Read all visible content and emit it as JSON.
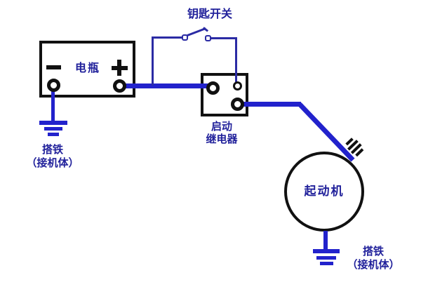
{
  "colors": {
    "background": "#ffffff",
    "wire": "#2222cc",
    "wire_thin": "#2b2ba4",
    "ink": "#111111",
    "label": "#21219b"
  },
  "components": {
    "battery": {
      "name": "电瓶",
      "polarity_negative": "−",
      "polarity_positive": "+"
    },
    "key_switch": {
      "name": "钥匙开关",
      "state": "open"
    },
    "starter_relay": {
      "name_line1": "启动",
      "name_line2": "继电器"
    },
    "starter_motor": {
      "name": "起动机"
    },
    "ground_battery": {
      "name_line1": "搭铁",
      "name_line2": "（接机体）"
    },
    "ground_starter": {
      "name_line1": "搭铁",
      "name_line2": "（接机体）"
    }
  },
  "connections": [
    {
      "from": "battery.negative",
      "to": "ground_battery",
      "style": "thick"
    },
    {
      "from": "battery.positive",
      "to": "starter_relay.input",
      "style": "thick"
    },
    {
      "from": "battery.positive",
      "to": "key_switch.in",
      "style": "thin"
    },
    {
      "from": "key_switch.out",
      "to": "starter_relay.control",
      "style": "thin"
    },
    {
      "from": "starter_relay.output",
      "to": "starter_motor.terminal",
      "style": "thick"
    },
    {
      "from": "starter_motor.body",
      "to": "ground_starter",
      "style": "thick"
    }
  ]
}
